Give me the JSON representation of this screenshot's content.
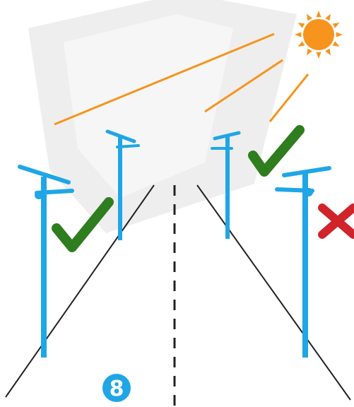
{
  "badge": {
    "number": "8"
  },
  "colors": {
    "background": "#ffffff",
    "watermark": "#eeeeee",
    "pole": "#1fa6e6",
    "road_edge": "#222222",
    "center_line": "#222222",
    "sun": "#f7941d",
    "sun_ray": "#f7941d",
    "check": "#2e7d1f",
    "cross": "#d0232a",
    "badge": "#1fa6e6",
    "badge_text": "#ffffff"
  },
  "icons": {
    "sun": "sun-icon",
    "check": "checkmark-icon",
    "cross": "cross-icon",
    "light": "solar-street-light-icon"
  },
  "marks": {
    "correct": [
      "left-near-light",
      "right-far-light"
    ],
    "incorrect": [
      "right-near-light"
    ]
  }
}
